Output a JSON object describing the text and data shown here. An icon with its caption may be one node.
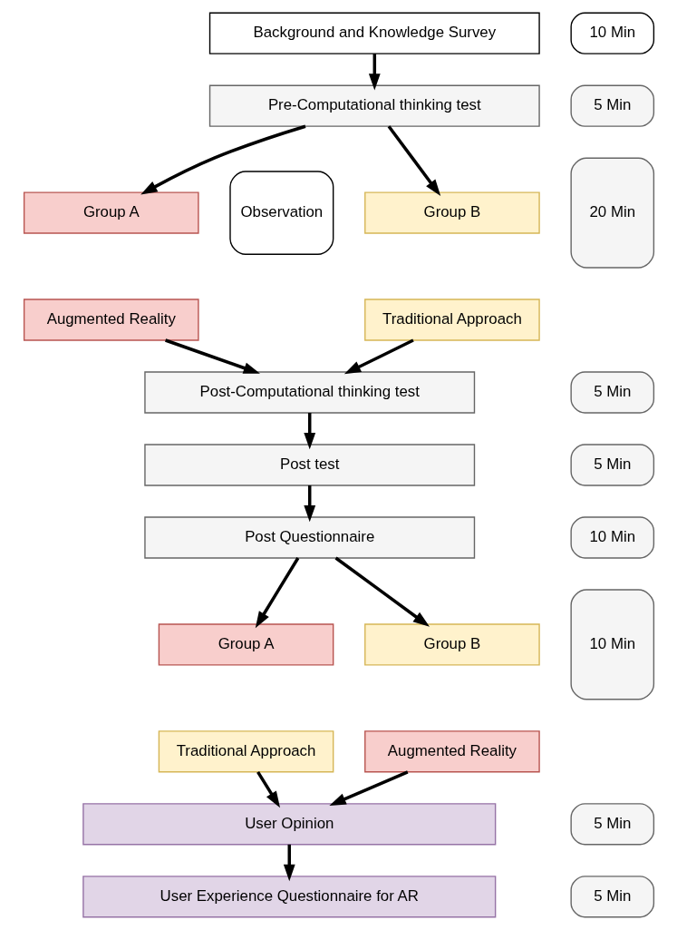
{
  "diagram": {
    "nodes": [
      {
        "text": [
          "Background and Knowledge Survey"
        ]
      },
      {
        "text": [
          "Pre-Computational thinking test"
        ]
      },
      {
        "text": [
          "Group A"
        ]
      },
      {
        "text": [
          "Augmented Reality"
        ]
      },
      {
        "text": [
          "Observation"
        ]
      },
      {
        "text": [
          "Group B"
        ]
      },
      {
        "text": [
          "Traditional Approach"
        ]
      },
      {
        "text": [
          "Post-Computational thinking test"
        ]
      },
      {
        "text": [
          "Post test"
        ]
      },
      {
        "text": [
          "Post Questionnaire"
        ]
      },
      {
        "text": [
          "Group A"
        ]
      },
      {
        "text": [
          "Traditional Approach"
        ]
      },
      {
        "text": [
          "Group B"
        ]
      },
      {
        "text": [
          "Augmented Reality"
        ]
      },
      {
        "text": [
          "User Opinion"
        ]
      },
      {
        "text": [
          "User Experience Questionnaire for AR"
        ]
      },
      {
        "text": [
          "10 Min"
        ]
      },
      {
        "text": [
          "5 Min"
        ]
      },
      {
        "text": [
          "20 Min"
        ]
      },
      {
        "text": [
          "5 Min"
        ]
      },
      {
        "text": [
          "5 Min"
        ]
      },
      {
        "text": [
          "10 Min"
        ]
      },
      {
        "text": [
          "10 Min"
        ]
      },
      {
        "text": [
          "5 Min"
        ]
      },
      {
        "text": [
          "5 Min"
        ]
      }
    ],
    "edges": [
      {
        "from": 0,
        "to": 1,
        "arrow": "to"
      },
      {
        "from": 1,
        "to": 2,
        "arrow": "to"
      },
      {
        "from": 1,
        "to": 5,
        "arrow": "to"
      },
      {
        "from": 3,
        "to": 7,
        "arrow": "to"
      },
      {
        "from": 6,
        "to": 7,
        "arrow": "to"
      },
      {
        "from": 7,
        "to": 8,
        "arrow": "to"
      },
      {
        "from": 8,
        "to": 9,
        "arrow": "to"
      },
      {
        "from": 9,
        "to": 10,
        "arrow": "to"
      },
      {
        "from": 9,
        "to": 12,
        "arrow": "to"
      },
      {
        "from": 11,
        "to": 14,
        "arrow": "to"
      },
      {
        "from": 13,
        "to": 14,
        "arrow": "to"
      },
      {
        "from": 14,
        "to": 15,
        "arrow": "to"
      }
    ]
  }
}
